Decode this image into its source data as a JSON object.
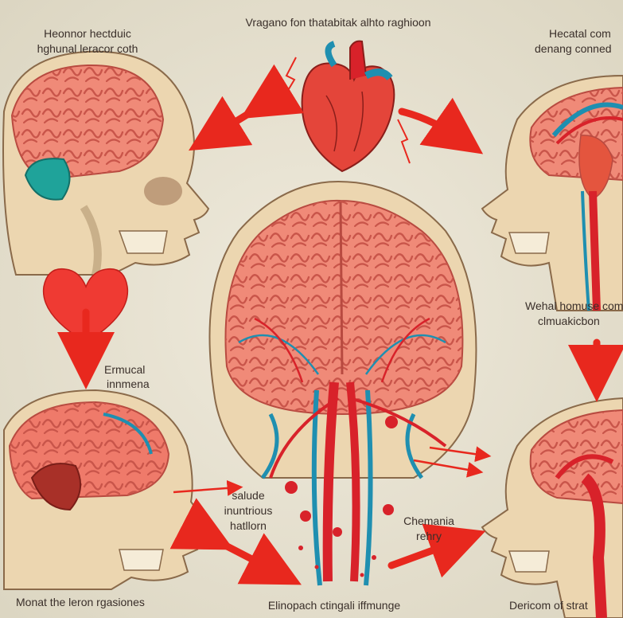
{
  "labels": {
    "top_center": "Vragano fon thatabitak alhto raghioon",
    "top_left_line1": "Heonnor hectduic",
    "top_left_line2": "hghunal leracor coth",
    "top_right_line1": "Hecatal com",
    "top_right_line2": "denang conned",
    "mid_right_line1": "Wehal homuse com",
    "mid_right_line2": "clmuakicbon",
    "mid_left_line1": "Ermucal",
    "mid_left_line2": "innmena",
    "center_line1": "salude",
    "center_line2": "inuntrious",
    "center_line3": "hatllorn",
    "center_right_line1": "Chemania",
    "center_right_line2": "rehry",
    "bottom_left": "Monat the leron rgasiones",
    "bottom_center": "Elinopach ctingali iffmunge",
    "bottom_right": "Dericom of strat"
  },
  "colors": {
    "background": "#e8e4d6",
    "arrow": "#e8281e",
    "brain": "#f08a78",
    "bone": "#ecd6b0",
    "vessel_red": "#d8222a",
    "vessel_blue": "#1f8fb0"
  },
  "icons": [
    "heart-icon",
    "arrow-icon",
    "skull-icon",
    "brain-icon"
  ]
}
